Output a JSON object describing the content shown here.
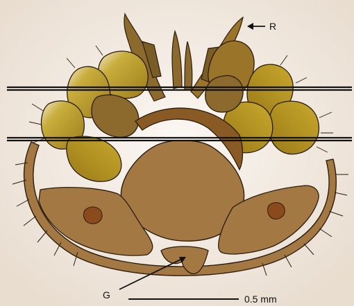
{
  "labels": {
    "r": "R",
    "g": "G",
    "scale": "0.5 mm"
  },
  "colors": {
    "background": "#f5efe8",
    "outline": "#2a1c0c",
    "shield": "#a47843",
    "leg_dark": "#8c6a2d",
    "leg_gold": "#b8961f",
    "organ": "#9a5a1f",
    "section_line": "#111111"
  }
}
